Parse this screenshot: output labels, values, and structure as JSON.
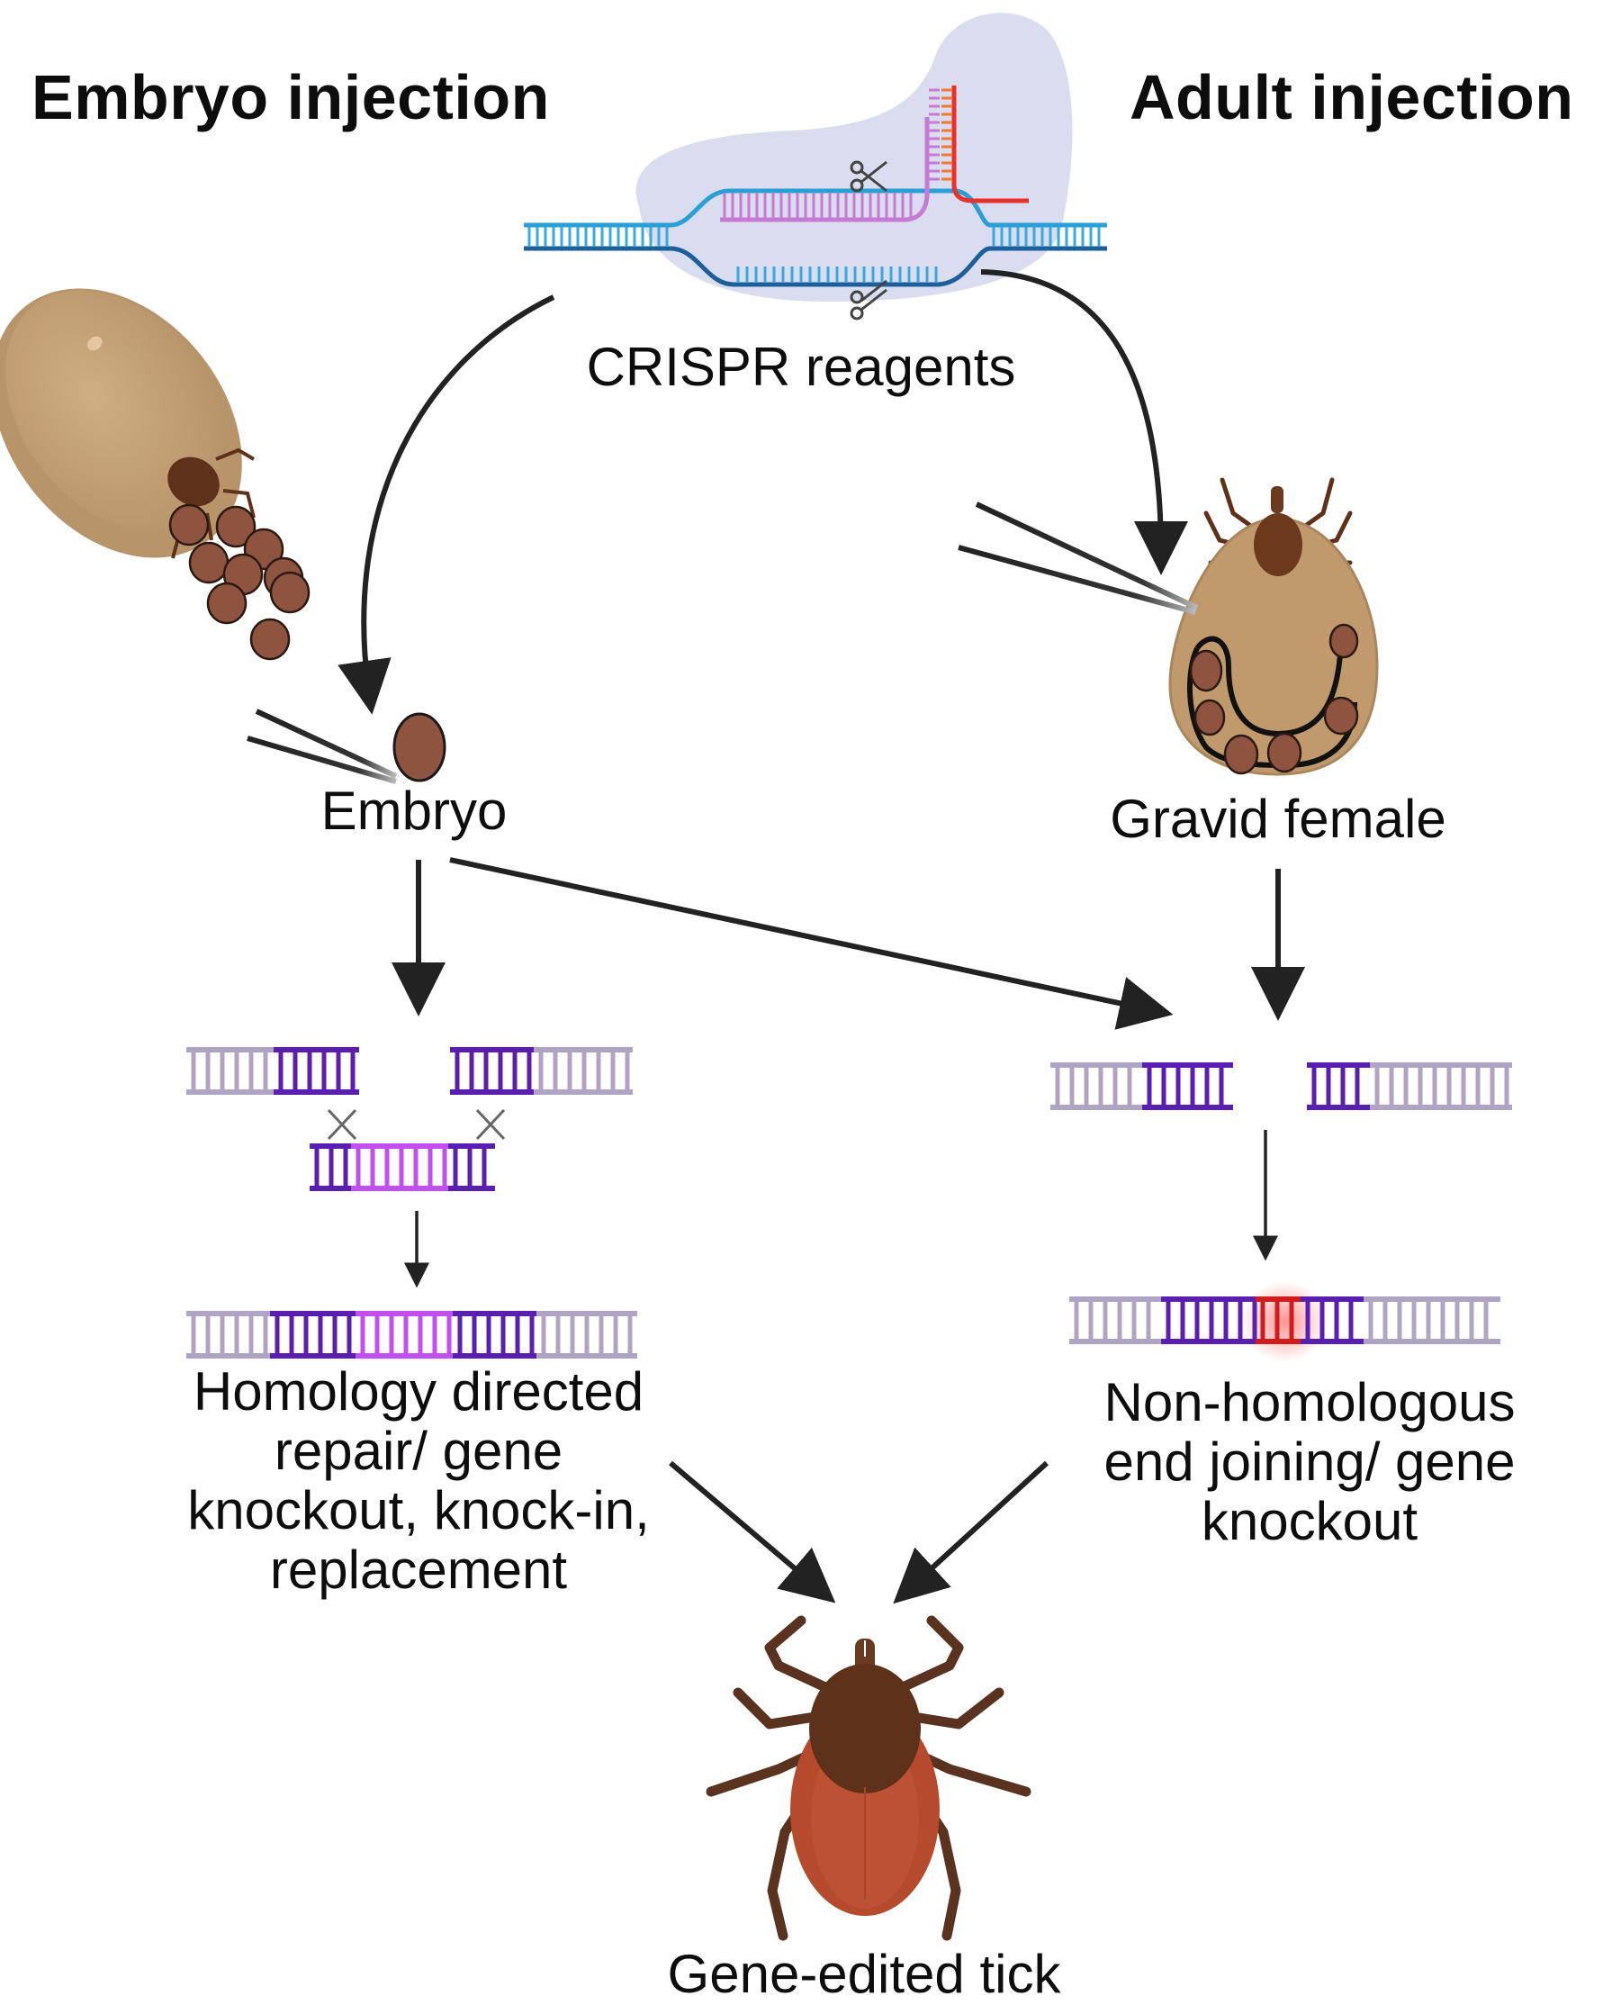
{
  "titles": {
    "left": "Embryo injection",
    "right": "Adult injection"
  },
  "nodes": {
    "crispr": "CRISPR reagents",
    "embryo": "Embryo",
    "gravid_female": "Gravid female",
    "final": "Gene-edited tick"
  },
  "outcomes": {
    "hdr": [
      "Homology directed",
      "repair/ gene",
      "knockout, knock-in,",
      "replacement"
    ],
    "nhej": [
      "Non-homologous",
      "end joining/ gene",
      "knockout"
    ]
  },
  "colors": {
    "dna_blue": "#2a9fd6",
    "dna_dark_blue": "#1c5f99",
    "cas_blob": "#d8dcee",
    "guide_pink": "#c77ad3",
    "guide_red": "#e8312a",
    "dna_grey": "#b0a4c4",
    "dna_purple": "#5a1fb0",
    "dna_magenta": "#c24ff0",
    "indel_red": "#d01c1c",
    "tick_tan": "#c3a073",
    "tick_brown": "#5e321a",
    "egg": "#8f5440",
    "final_body": "#b64a2c",
    "arrow": "#222222"
  }
}
